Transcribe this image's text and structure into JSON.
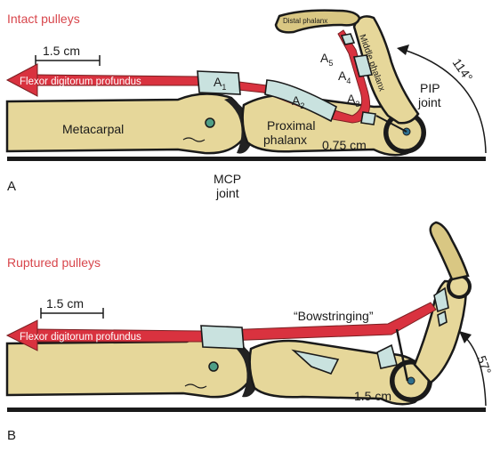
{
  "panel_a": {
    "title": "Intact pulleys",
    "letter": "A",
    "scale_label": "1.5 cm",
    "tendon_label": "Flexor digitorum profundus",
    "bones": {
      "metacarpal": "Metacarpal",
      "proximal_line1": "Proximal",
      "proximal_line2": "phalanx",
      "middle": "Middle phalanx",
      "distal": "Distal phalanx"
    },
    "pulleys": {
      "a1": "A",
      "a1_sub": "1",
      "a2": "A",
      "a2_sub": "2",
      "a3": "A",
      "a3_sub": "3",
      "a4": "A",
      "a4_sub": "4",
      "a5": "A",
      "a5_sub": "5"
    },
    "moment_arm": "0.75 cm",
    "pip_line1": "PIP",
    "pip_line2": "joint",
    "angle": "114°",
    "mcp_line1": "MCP",
    "mcp_line2": "joint"
  },
  "panel_b": {
    "title": "Ruptured pulleys",
    "letter": "B",
    "scale_label": "1.5 cm",
    "tendon_label": "Flexor digitorum profundus",
    "bowstring_label": "“Bowstringing”",
    "moment_arm": "1.5 cm",
    "angle": "57°"
  },
  "colors": {
    "bone": "#e6d79a",
    "tendon": "#d9323f",
    "pulley": "#c9e2df",
    "title_red": "#d8464c"
  }
}
